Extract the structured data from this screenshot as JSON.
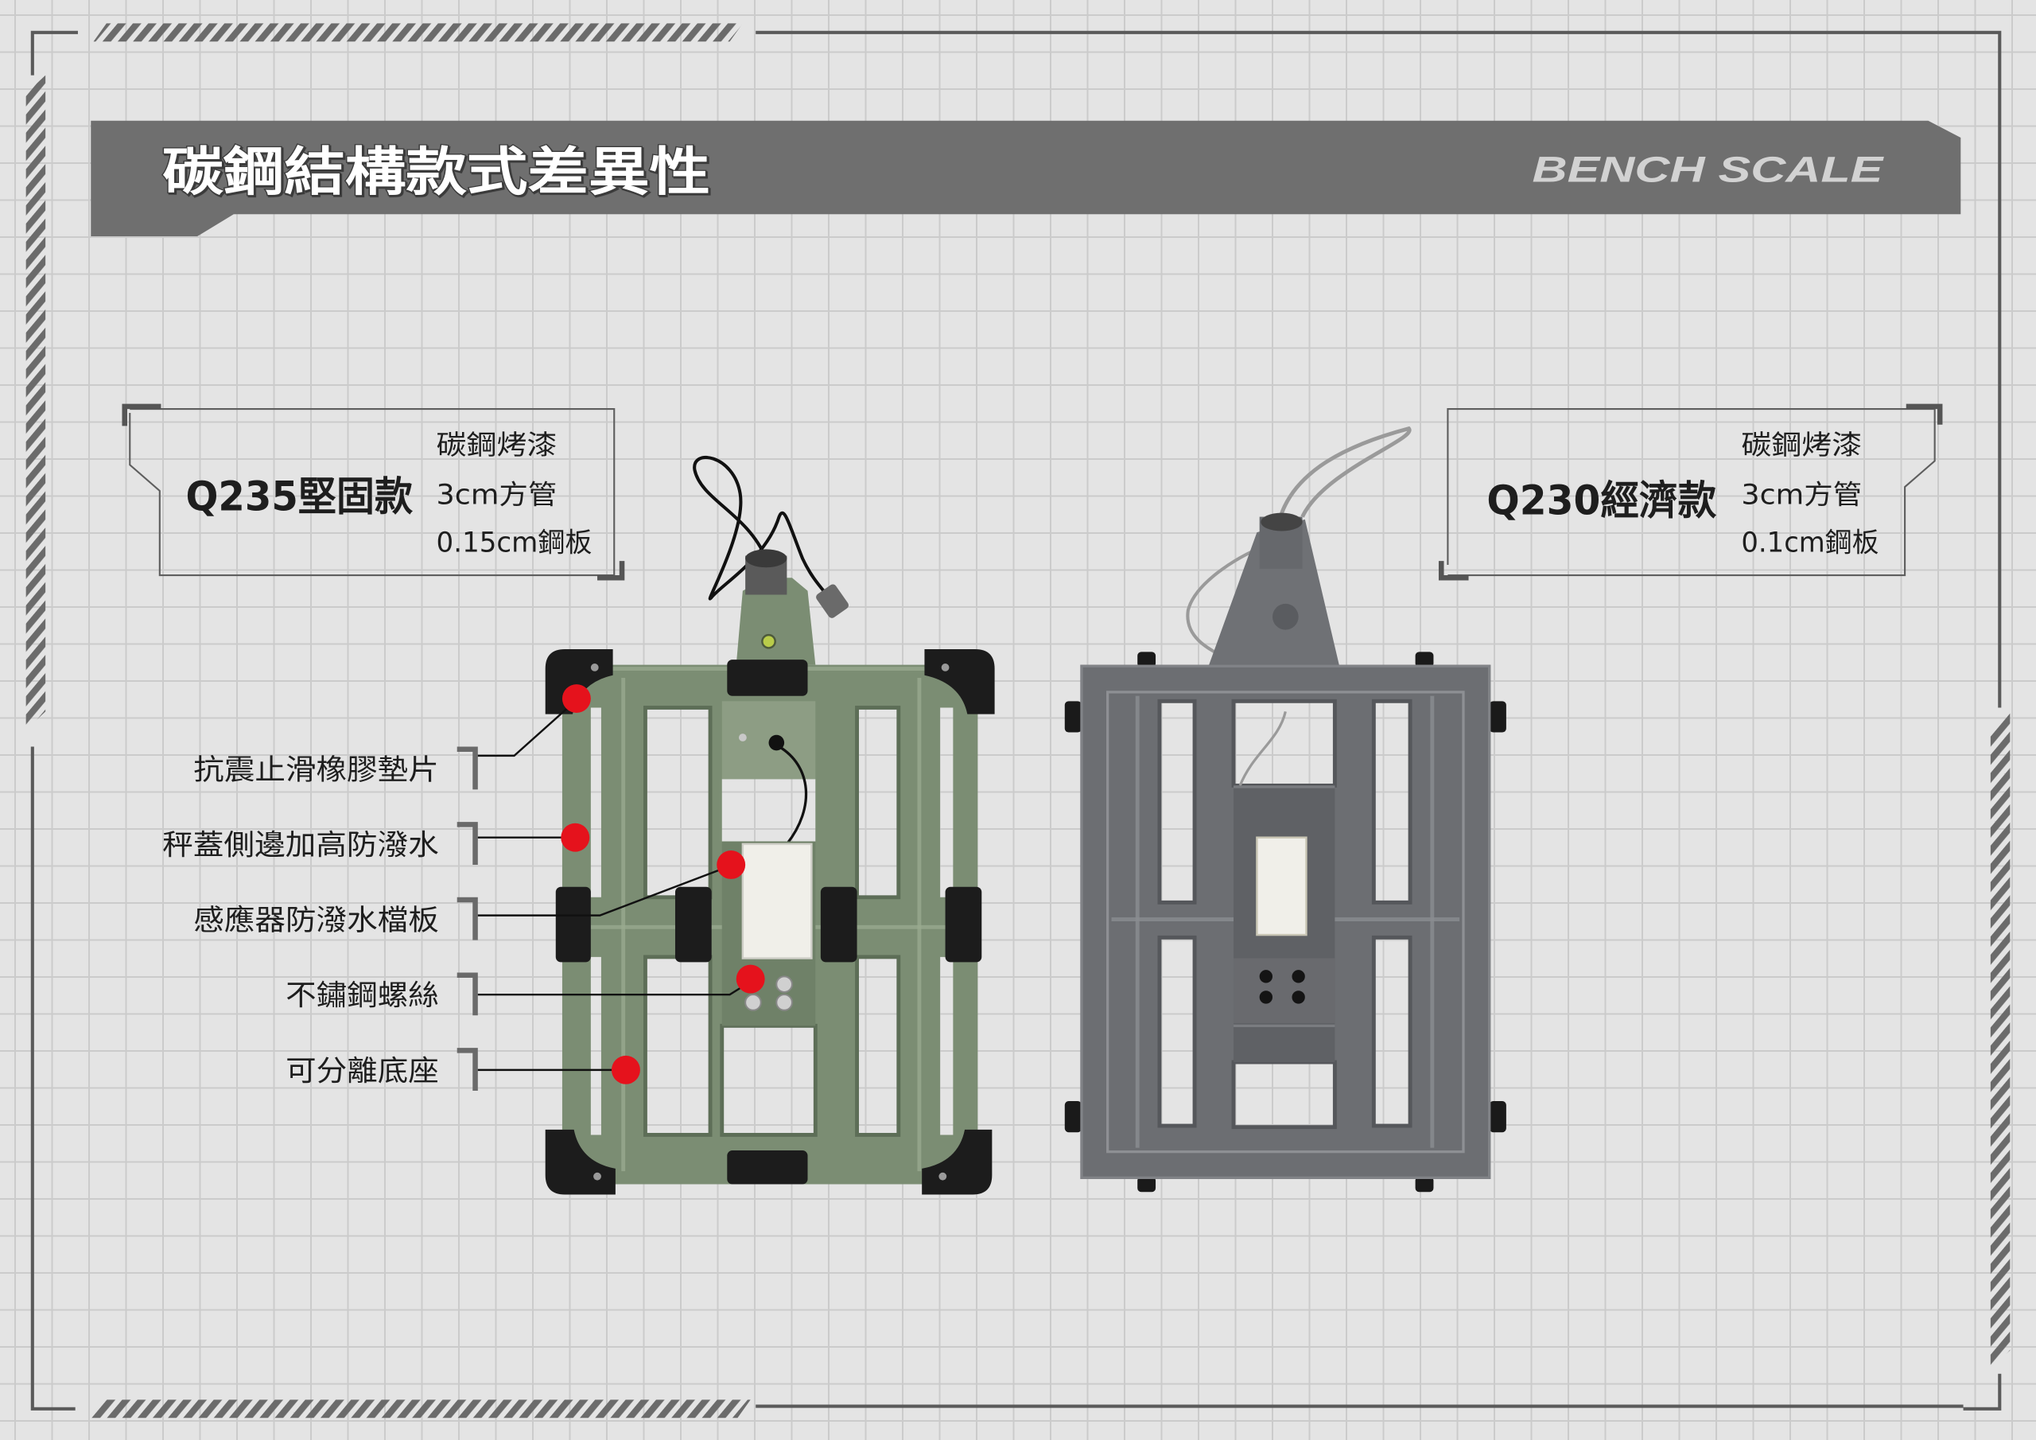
{
  "header": {
    "title": "碳鋼結構款式差異性",
    "brand": "BENCH SCALE"
  },
  "models": [
    {
      "name": "Q235堅固款",
      "specs": [
        "碳鋼烤漆",
        "3cm方管",
        "0.15cm鋼板"
      ]
    },
    {
      "name": "Q230經濟款",
      "specs": [
        "碳鋼烤漆",
        "3cm方管",
        "0.1cm鋼板"
      ]
    }
  ],
  "features": [
    "抗震止滑橡膠墊片",
    "秤蓋側邊加高防潑水",
    "感應器防潑水檔板",
    "不鏽鋼螺絲",
    "可分離底座"
  ],
  "colors": {
    "banner": "#6f6f6f",
    "title_text": "#ffffff",
    "brand_text": "#d2d2d2",
    "marker": "#e5121c",
    "q235_frame": "#7b8d73",
    "q230_frame": "#6c6e72",
    "load_cell": "#f0efe9"
  },
  "icons": [
    "q235-green-frame-photo",
    "q230-gray-frame-photo",
    "red-marker-dot"
  ]
}
